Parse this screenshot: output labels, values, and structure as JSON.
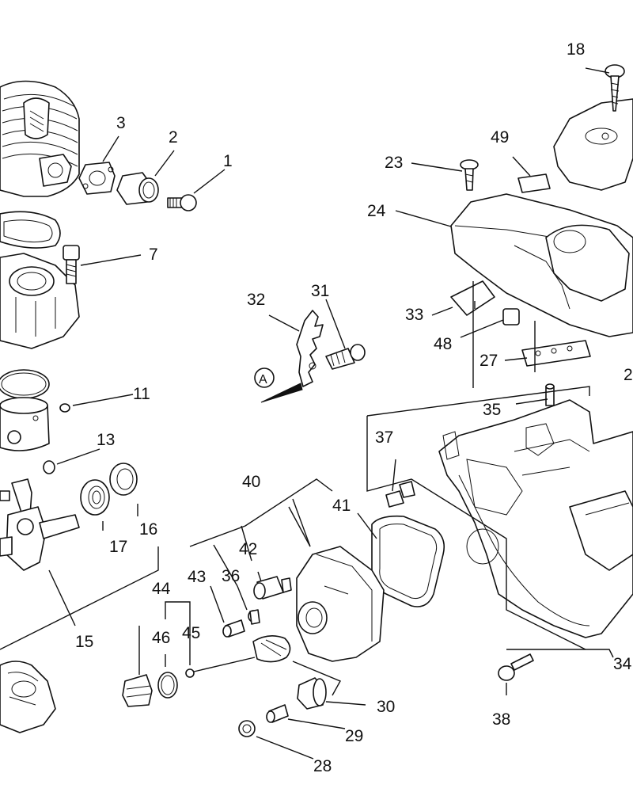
{
  "view_marker": "A",
  "callouts": {
    "c1": "1",
    "c2": "2",
    "c3": "3",
    "c7": "7",
    "c11": "11",
    "c13": "13",
    "c15": "15",
    "c16": "16",
    "c17": "17",
    "c18": "18",
    "c23": "23",
    "c24": "24",
    "c27": "27",
    "c28": "28",
    "c29": "29",
    "c30": "30",
    "c31": "31",
    "c32": "32",
    "c33": "33",
    "c34": "34",
    "c35": "35",
    "c36": "36",
    "c37": "37",
    "c38": "38",
    "c40": "40",
    "c41": "41",
    "c42": "42",
    "c43": "43",
    "c44": "44",
    "c45": "45",
    "c46": "46",
    "c48": "48",
    "c49": "49",
    "c2b": "2"
  }
}
